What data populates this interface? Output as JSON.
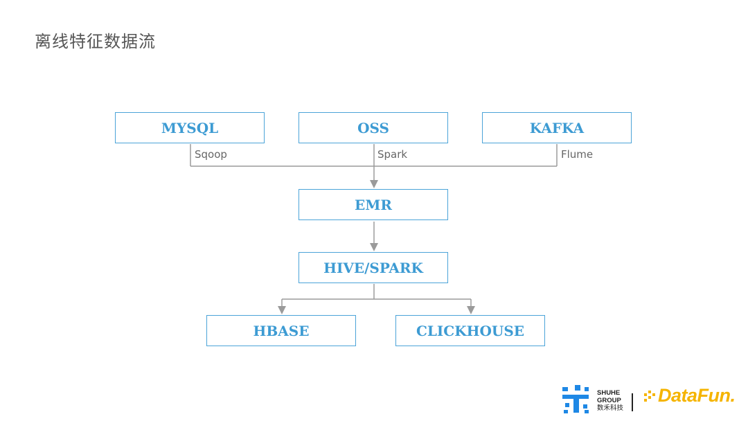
{
  "title": "离线特征数据流",
  "nodes": {
    "mysql": "MYSQL",
    "oss": "OSS",
    "kafka": "KAFKA",
    "emr": "EMR",
    "hive_spark": "HIVE/SPARK",
    "hbase": "HBASE",
    "clickhouse": "CLICKHOUSE"
  },
  "edge_labels": {
    "sqoop": "Sqoop",
    "spark": "Spark",
    "flume": "Flume"
  },
  "footer": {
    "shuhe_line1": "SHUHE",
    "shuhe_line2": "GROUP",
    "shuhe_line3": "数禾科技",
    "datafun": "DataFun."
  },
  "colors": {
    "node_border": "#4aa3d8",
    "node_text": "#3d9bd3",
    "connector": "#9a9a9a",
    "datafun_brand": "#f5b400",
    "shuhe_brand": "#1e88e5"
  }
}
